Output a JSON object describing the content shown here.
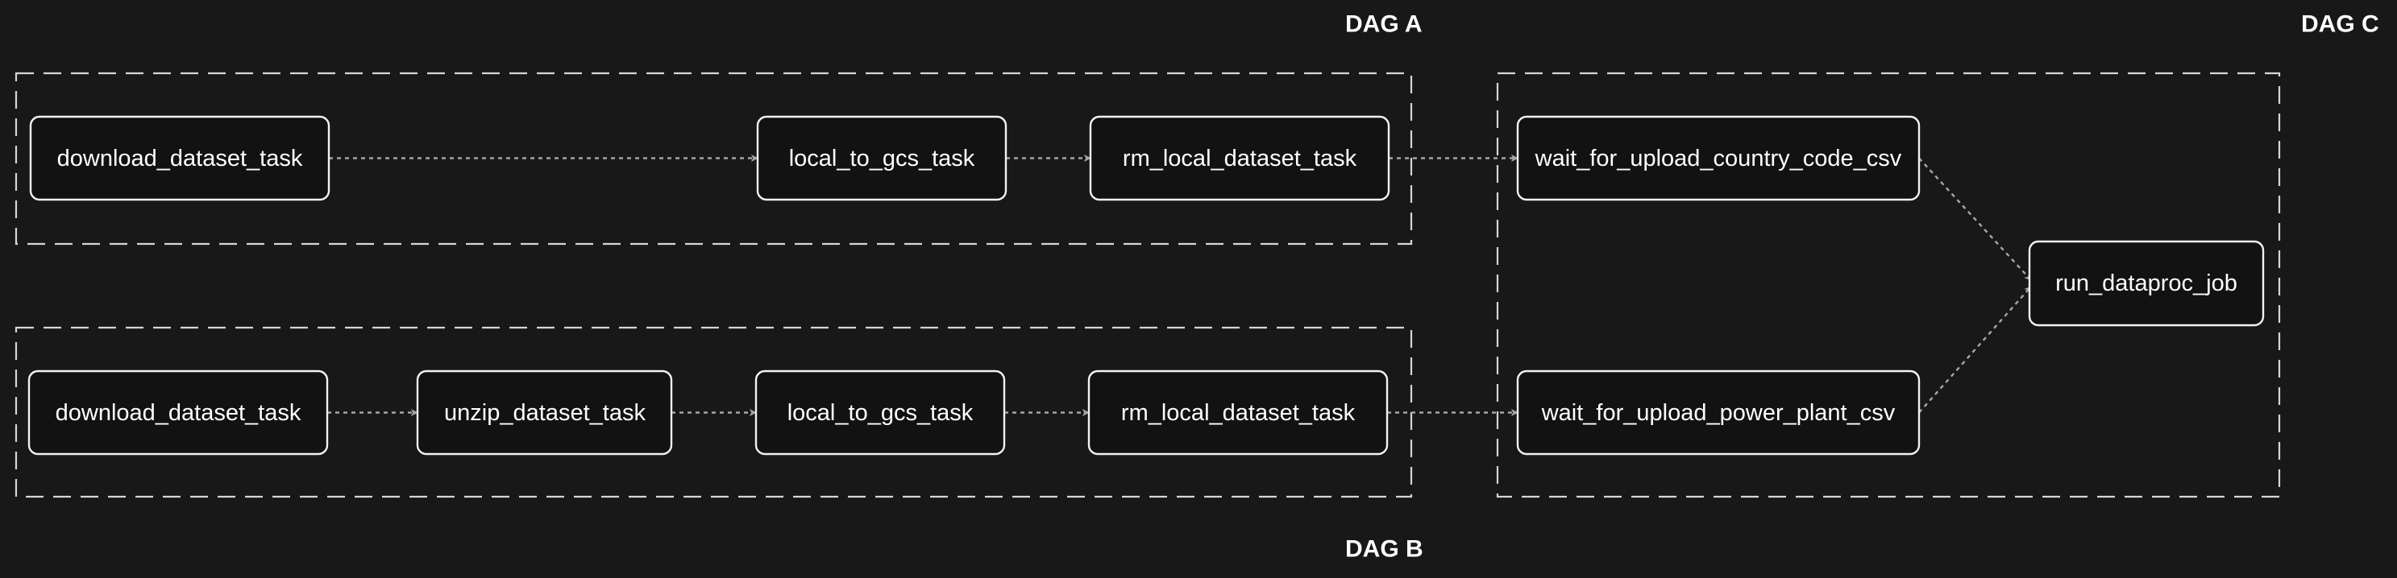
{
  "colors": {
    "background": "#181818",
    "node_fill": "#121212",
    "node_stroke": "#f2f2f2",
    "edge": "#a6a6a6",
    "group_border": "#d6d6d6",
    "text": "#ffffff"
  },
  "groups": {
    "dag_a": {
      "label": "DAG A"
    },
    "dag_b": {
      "label": "DAG B"
    },
    "dag_c": {
      "label": "DAG C"
    }
  },
  "nodes": {
    "a_download": {
      "label": "download_dataset_task"
    },
    "a_local_to_gcs": {
      "label": "local_to_gcs_task"
    },
    "a_rm_local": {
      "label": "rm_local_dataset_task"
    },
    "b_download": {
      "label": "download_dataset_task"
    },
    "b_unzip": {
      "label": "unzip_dataset_task"
    },
    "b_local_to_gcs": {
      "label": "local_to_gcs_task"
    },
    "b_rm_local": {
      "label": "rm_local_dataset_task"
    },
    "c_wait_country": {
      "label": "wait_for_upload_country_code_csv"
    },
    "c_wait_power": {
      "label": "wait_for_upload_power_plant_csv"
    },
    "c_run_dataproc": {
      "label": "run_dataproc_job"
    }
  },
  "edges": [
    {
      "from": "a_download",
      "to": "a_local_to_gcs"
    },
    {
      "from": "a_local_to_gcs",
      "to": "a_rm_local"
    },
    {
      "from": "a_rm_local",
      "to": "c_wait_country"
    },
    {
      "from": "b_download",
      "to": "b_unzip"
    },
    {
      "from": "b_unzip",
      "to": "b_local_to_gcs"
    },
    {
      "from": "b_local_to_gcs",
      "to": "b_rm_local"
    },
    {
      "from": "b_rm_local",
      "to": "c_wait_power"
    },
    {
      "from": "c_wait_country",
      "to": "c_run_dataproc"
    },
    {
      "from": "c_wait_power",
      "to": "c_run_dataproc"
    }
  ]
}
